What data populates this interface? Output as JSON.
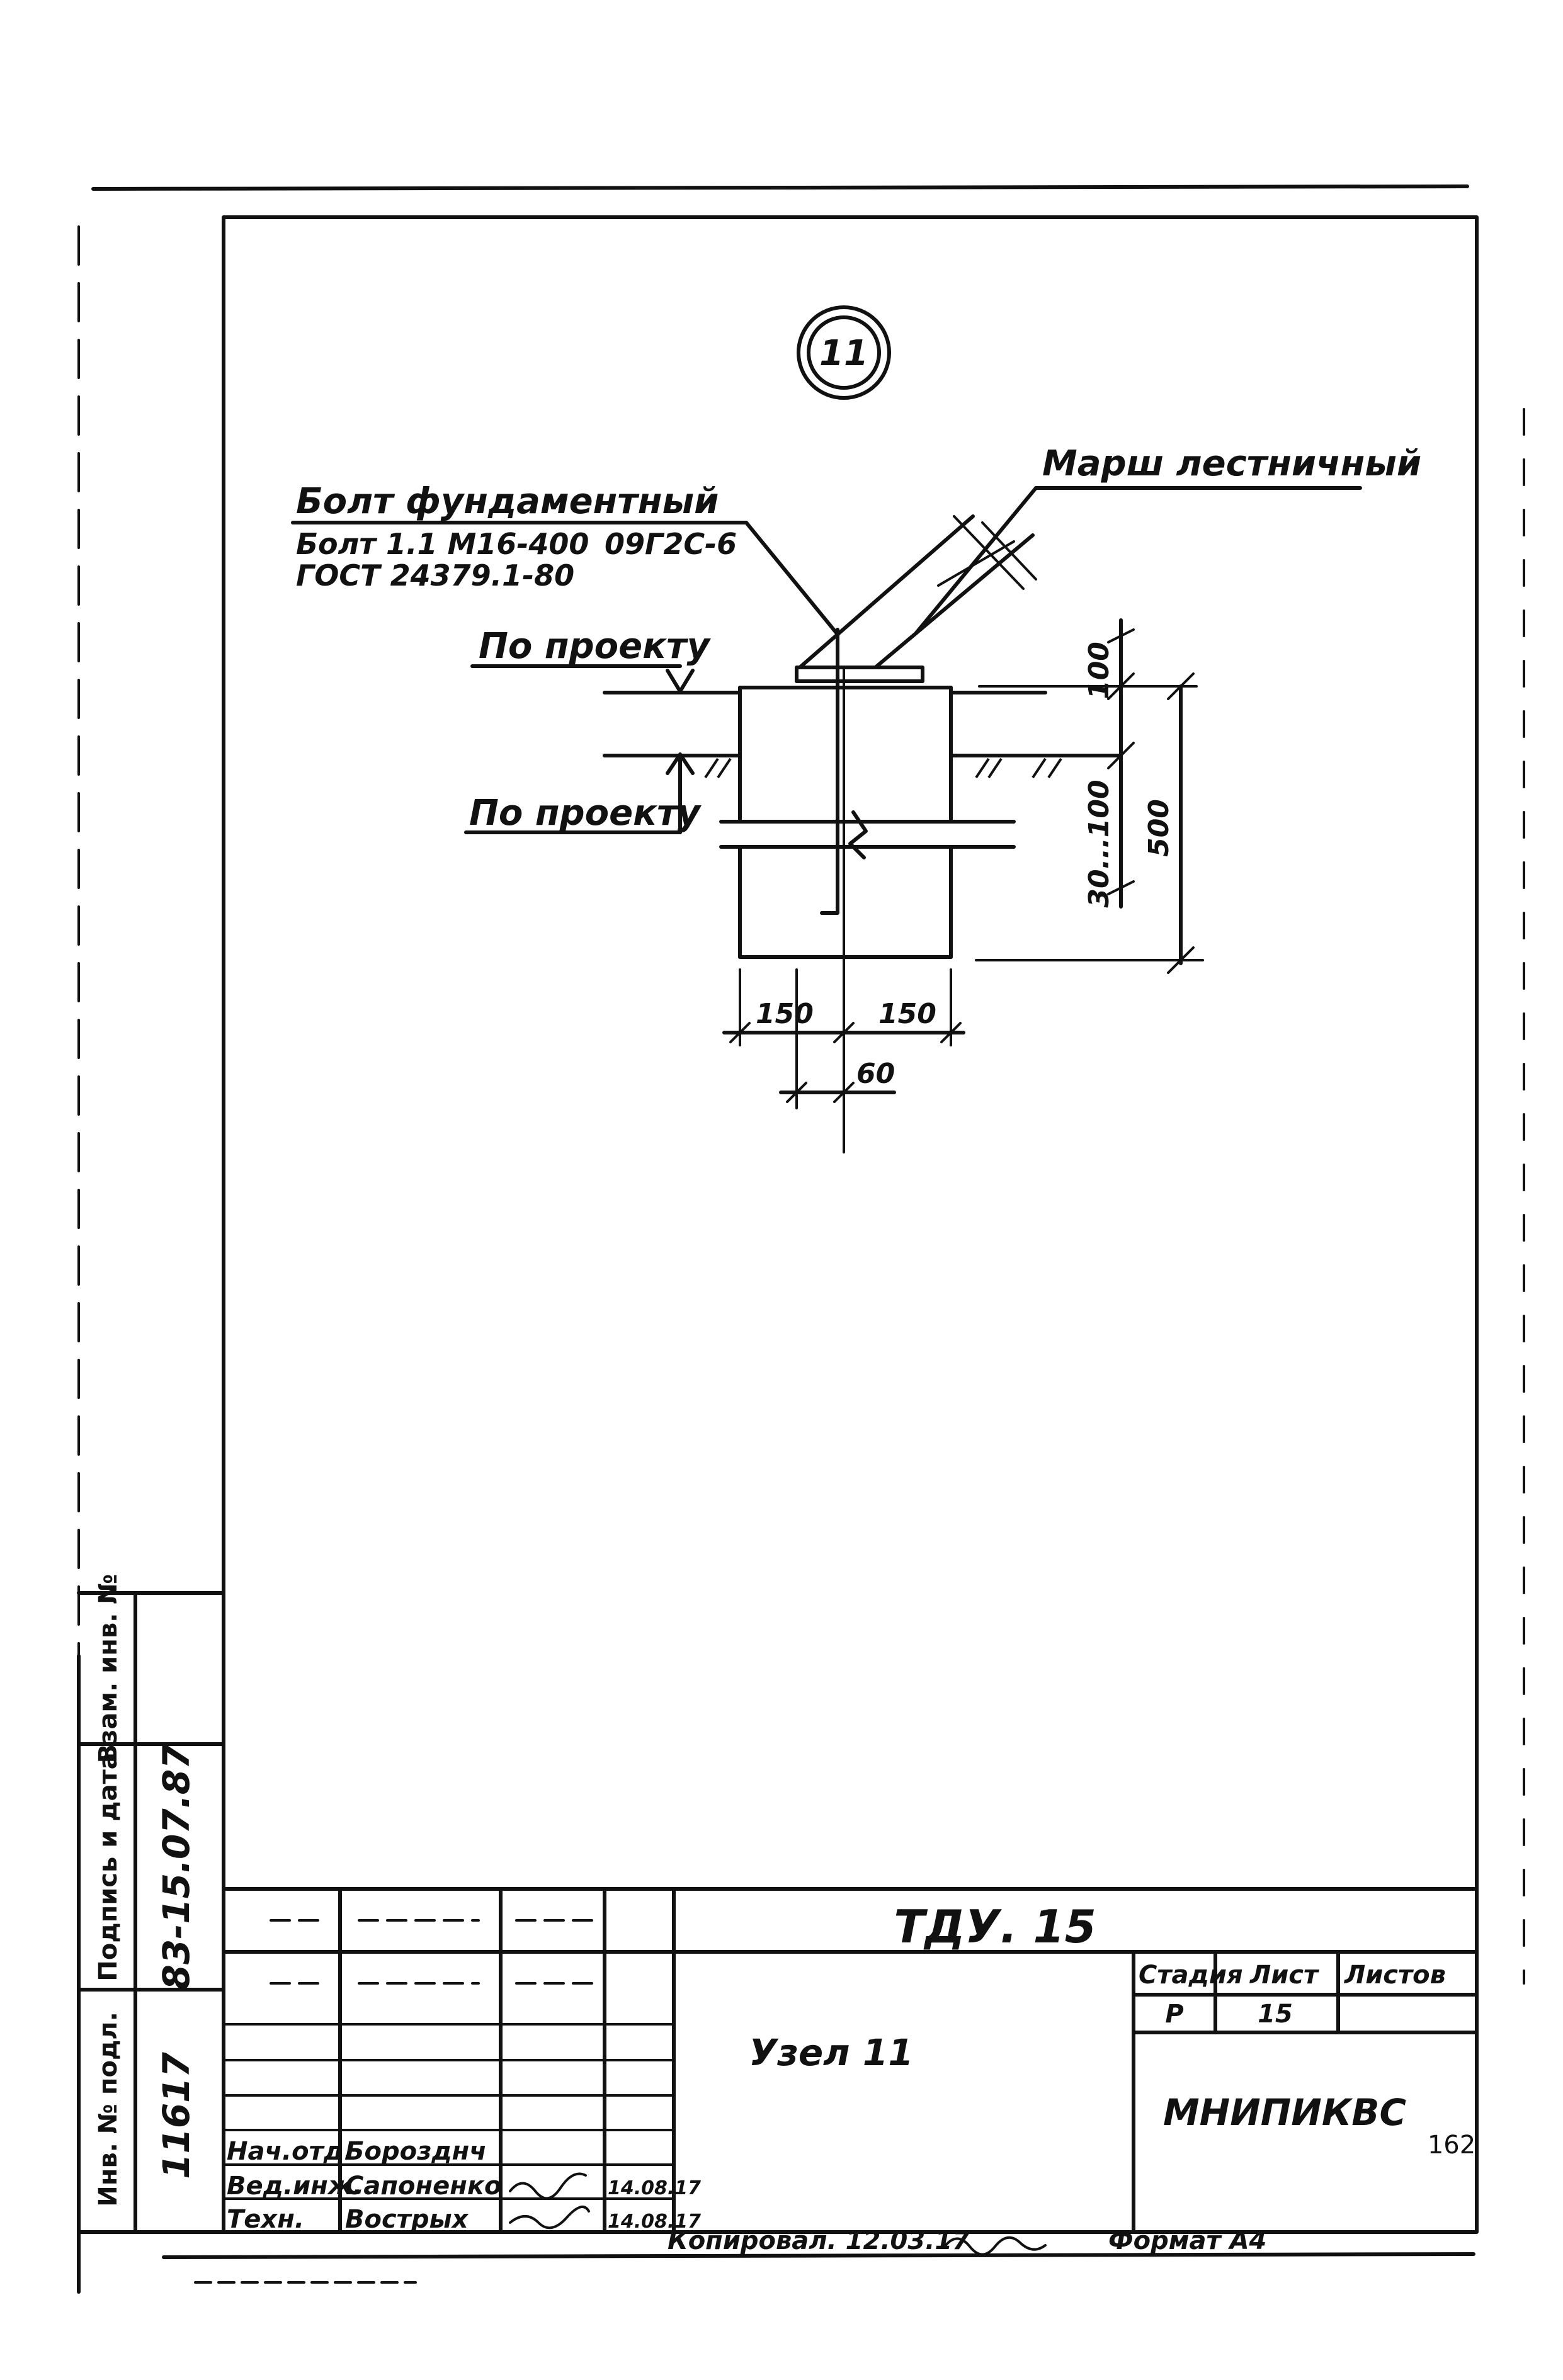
{
  "drawing": {
    "node_number": "11",
    "bolt_title": "Болт фундаментный",
    "bolt_spec_line1": "Болт 1.1 М16-400",
    "bolt_steel": "09Г2С-6",
    "bolt_spec_line2": "ГОСТ 24379.1-80",
    "stair_label": "Марш лестничный",
    "level_top_label": "По проекту",
    "level_bottom_label": "По проекту",
    "dim_top": "100",
    "dim_embed": "30...100",
    "dim_total": "500",
    "dim_left": "150",
    "dim_right": "150",
    "dim_offset": "60"
  },
  "title_block": {
    "doc_code": "ТДУ. 15",
    "sheet_name": "Узел 11",
    "stage_header": "Стадия",
    "sheet_header": "Лист",
    "sheets_header": "Листов",
    "stage_value": "Р",
    "sheet_value": "15",
    "org": "МНИПИКВС",
    "page_number": "162",
    "roles": [
      "Нач.отд.",
      "Вед.инж.",
      "Техн."
    ],
    "names": [
      "Борозднч",
      "Сапоненко",
      "Вострых"
    ],
    "dates": [
      "14.08.17",
      "14.08.17"
    ]
  },
  "side_stamp": {
    "inv_label": "Инв. № подл.",
    "inv_value": "11617",
    "sign_label": "Подпись и дата",
    "sign_value": "83-15.07.87",
    "swap_label": "Взам. инв. №"
  },
  "footer": {
    "copied": "Копировал. 12.03.17",
    "format": "Формат А4"
  }
}
